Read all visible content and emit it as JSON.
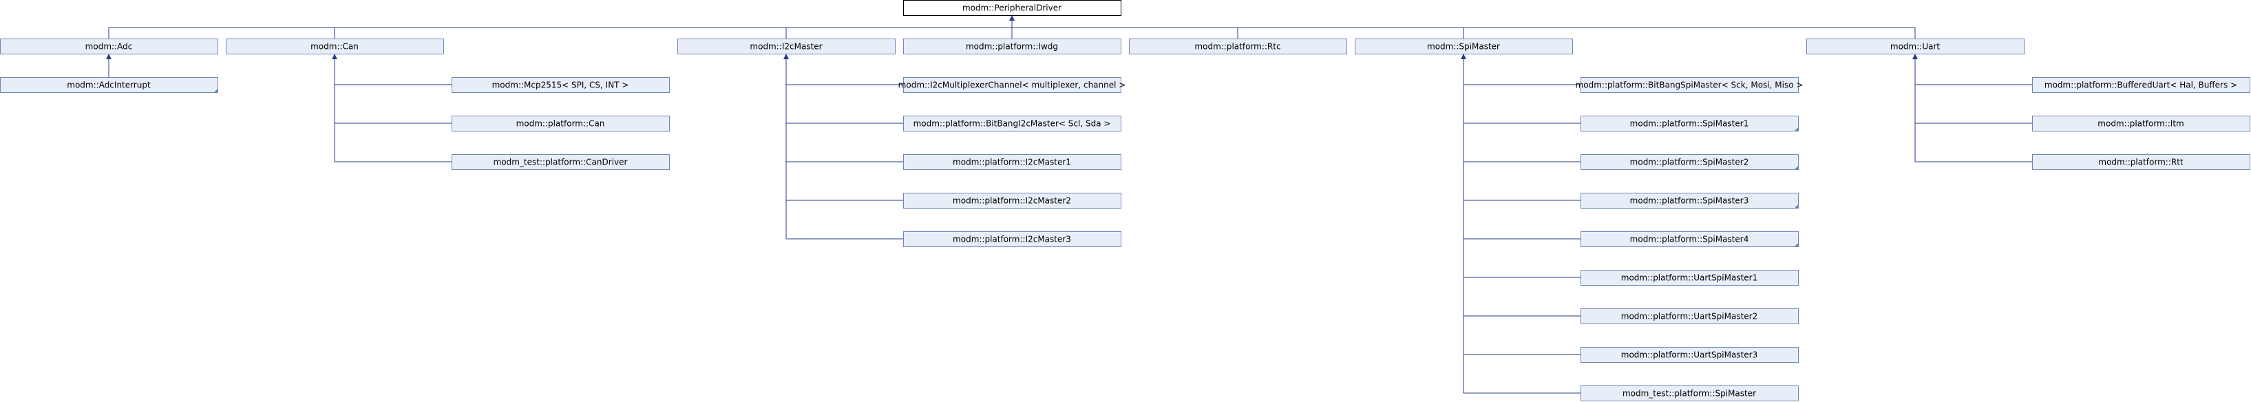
{
  "diagram": {
    "type": "class-inheritance-graph",
    "nodes": [
      {
        "id": "root",
        "label": "modm::PeripheralDriver"
      },
      {
        "id": "adc",
        "label": "modm::Adc"
      },
      {
        "id": "adcint",
        "label": "modm::AdcInterrupt"
      },
      {
        "id": "can",
        "label": "modm::Can"
      },
      {
        "id": "mcp2515",
        "label": "modm::Mcp2515< SPI, CS, INT >"
      },
      {
        "id": "platcan",
        "label": "modm::platform::Can"
      },
      {
        "id": "testcan",
        "label": "modm_test::platform::CanDriver"
      },
      {
        "id": "i2c",
        "label": "modm::I2cMaster"
      },
      {
        "id": "i2cmux",
        "label": "modm::I2cMultiplexerChannel< multiplexer, channel >"
      },
      {
        "id": "bbi2c",
        "label": "modm::platform::BitBangI2cMaster< Scl, Sda >"
      },
      {
        "id": "i2c1",
        "label": "modm::platform::I2cMaster1"
      },
      {
        "id": "i2c2",
        "label": "modm::platform::I2cMaster2"
      },
      {
        "id": "i2c3",
        "label": "modm::platform::I2cMaster3"
      },
      {
        "id": "iwdg",
        "label": "modm::platform::Iwdg"
      },
      {
        "id": "rtc",
        "label": "modm::platform::Rtc"
      },
      {
        "id": "spi",
        "label": "modm::SpiMaster"
      },
      {
        "id": "bbspi",
        "label": "modm::platform::BitBangSpiMaster< Sck, Mosi, Miso >"
      },
      {
        "id": "spi1",
        "label": "modm::platform::SpiMaster1"
      },
      {
        "id": "spi2",
        "label": "modm::platform::SpiMaster2"
      },
      {
        "id": "spi3",
        "label": "modm::platform::SpiMaster3"
      },
      {
        "id": "spi4",
        "label": "modm::platform::SpiMaster4"
      },
      {
        "id": "uspi1",
        "label": "modm::platform::UartSpiMaster1"
      },
      {
        "id": "uspi2",
        "label": "modm::platform::UartSpiMaster2"
      },
      {
        "id": "uspi3",
        "label": "modm::platform::UartSpiMaster3"
      },
      {
        "id": "testspi",
        "label": "modm_test::platform::SpiMaster"
      },
      {
        "id": "uart",
        "label": "modm::Uart"
      },
      {
        "id": "buart",
        "label": "modm::platform::BufferedUart< Hal, Buffers >"
      },
      {
        "id": "itm",
        "label": "modm::platform::Itm"
      },
      {
        "id": "rtt",
        "label": "modm::platform::Rtt"
      }
    ],
    "edges": [
      {
        "from": "adc",
        "to": "root"
      },
      {
        "from": "can",
        "to": "root"
      },
      {
        "from": "i2c",
        "to": "root"
      },
      {
        "from": "iwdg",
        "to": "root"
      },
      {
        "from": "rtc",
        "to": "root"
      },
      {
        "from": "spi",
        "to": "root"
      },
      {
        "from": "uart",
        "to": "root"
      },
      {
        "from": "adcint",
        "to": "adc"
      },
      {
        "from": "mcp2515",
        "to": "can"
      },
      {
        "from": "platcan",
        "to": "can"
      },
      {
        "from": "testcan",
        "to": "can"
      },
      {
        "from": "i2cmux",
        "to": "i2c"
      },
      {
        "from": "bbi2c",
        "to": "i2c"
      },
      {
        "from": "i2c1",
        "to": "i2c"
      },
      {
        "from": "i2c2",
        "to": "i2c"
      },
      {
        "from": "i2c3",
        "to": "i2c"
      },
      {
        "from": "bbspi",
        "to": "spi"
      },
      {
        "from": "spi1",
        "to": "spi"
      },
      {
        "from": "spi2",
        "to": "spi"
      },
      {
        "from": "spi3",
        "to": "spi"
      },
      {
        "from": "spi4",
        "to": "spi"
      },
      {
        "from": "uspi1",
        "to": "spi"
      },
      {
        "from": "uspi2",
        "to": "spi"
      },
      {
        "from": "uspi3",
        "to": "spi"
      },
      {
        "from": "testspi",
        "to": "spi"
      },
      {
        "from": "buart",
        "to": "uart"
      },
      {
        "from": "itm",
        "to": "uart"
      },
      {
        "from": "rtt",
        "to": "uart"
      }
    ],
    "truncated_nodes": [
      "adcint",
      "spi1",
      "spi2",
      "spi3",
      "spi4"
    ],
    "colors": {
      "node_fill": "#e8eef7",
      "node_border": "#6e86b8",
      "edge": "#2a3a8a",
      "root_fill": "#ffffff",
      "root_border": "#000000"
    }
  }
}
